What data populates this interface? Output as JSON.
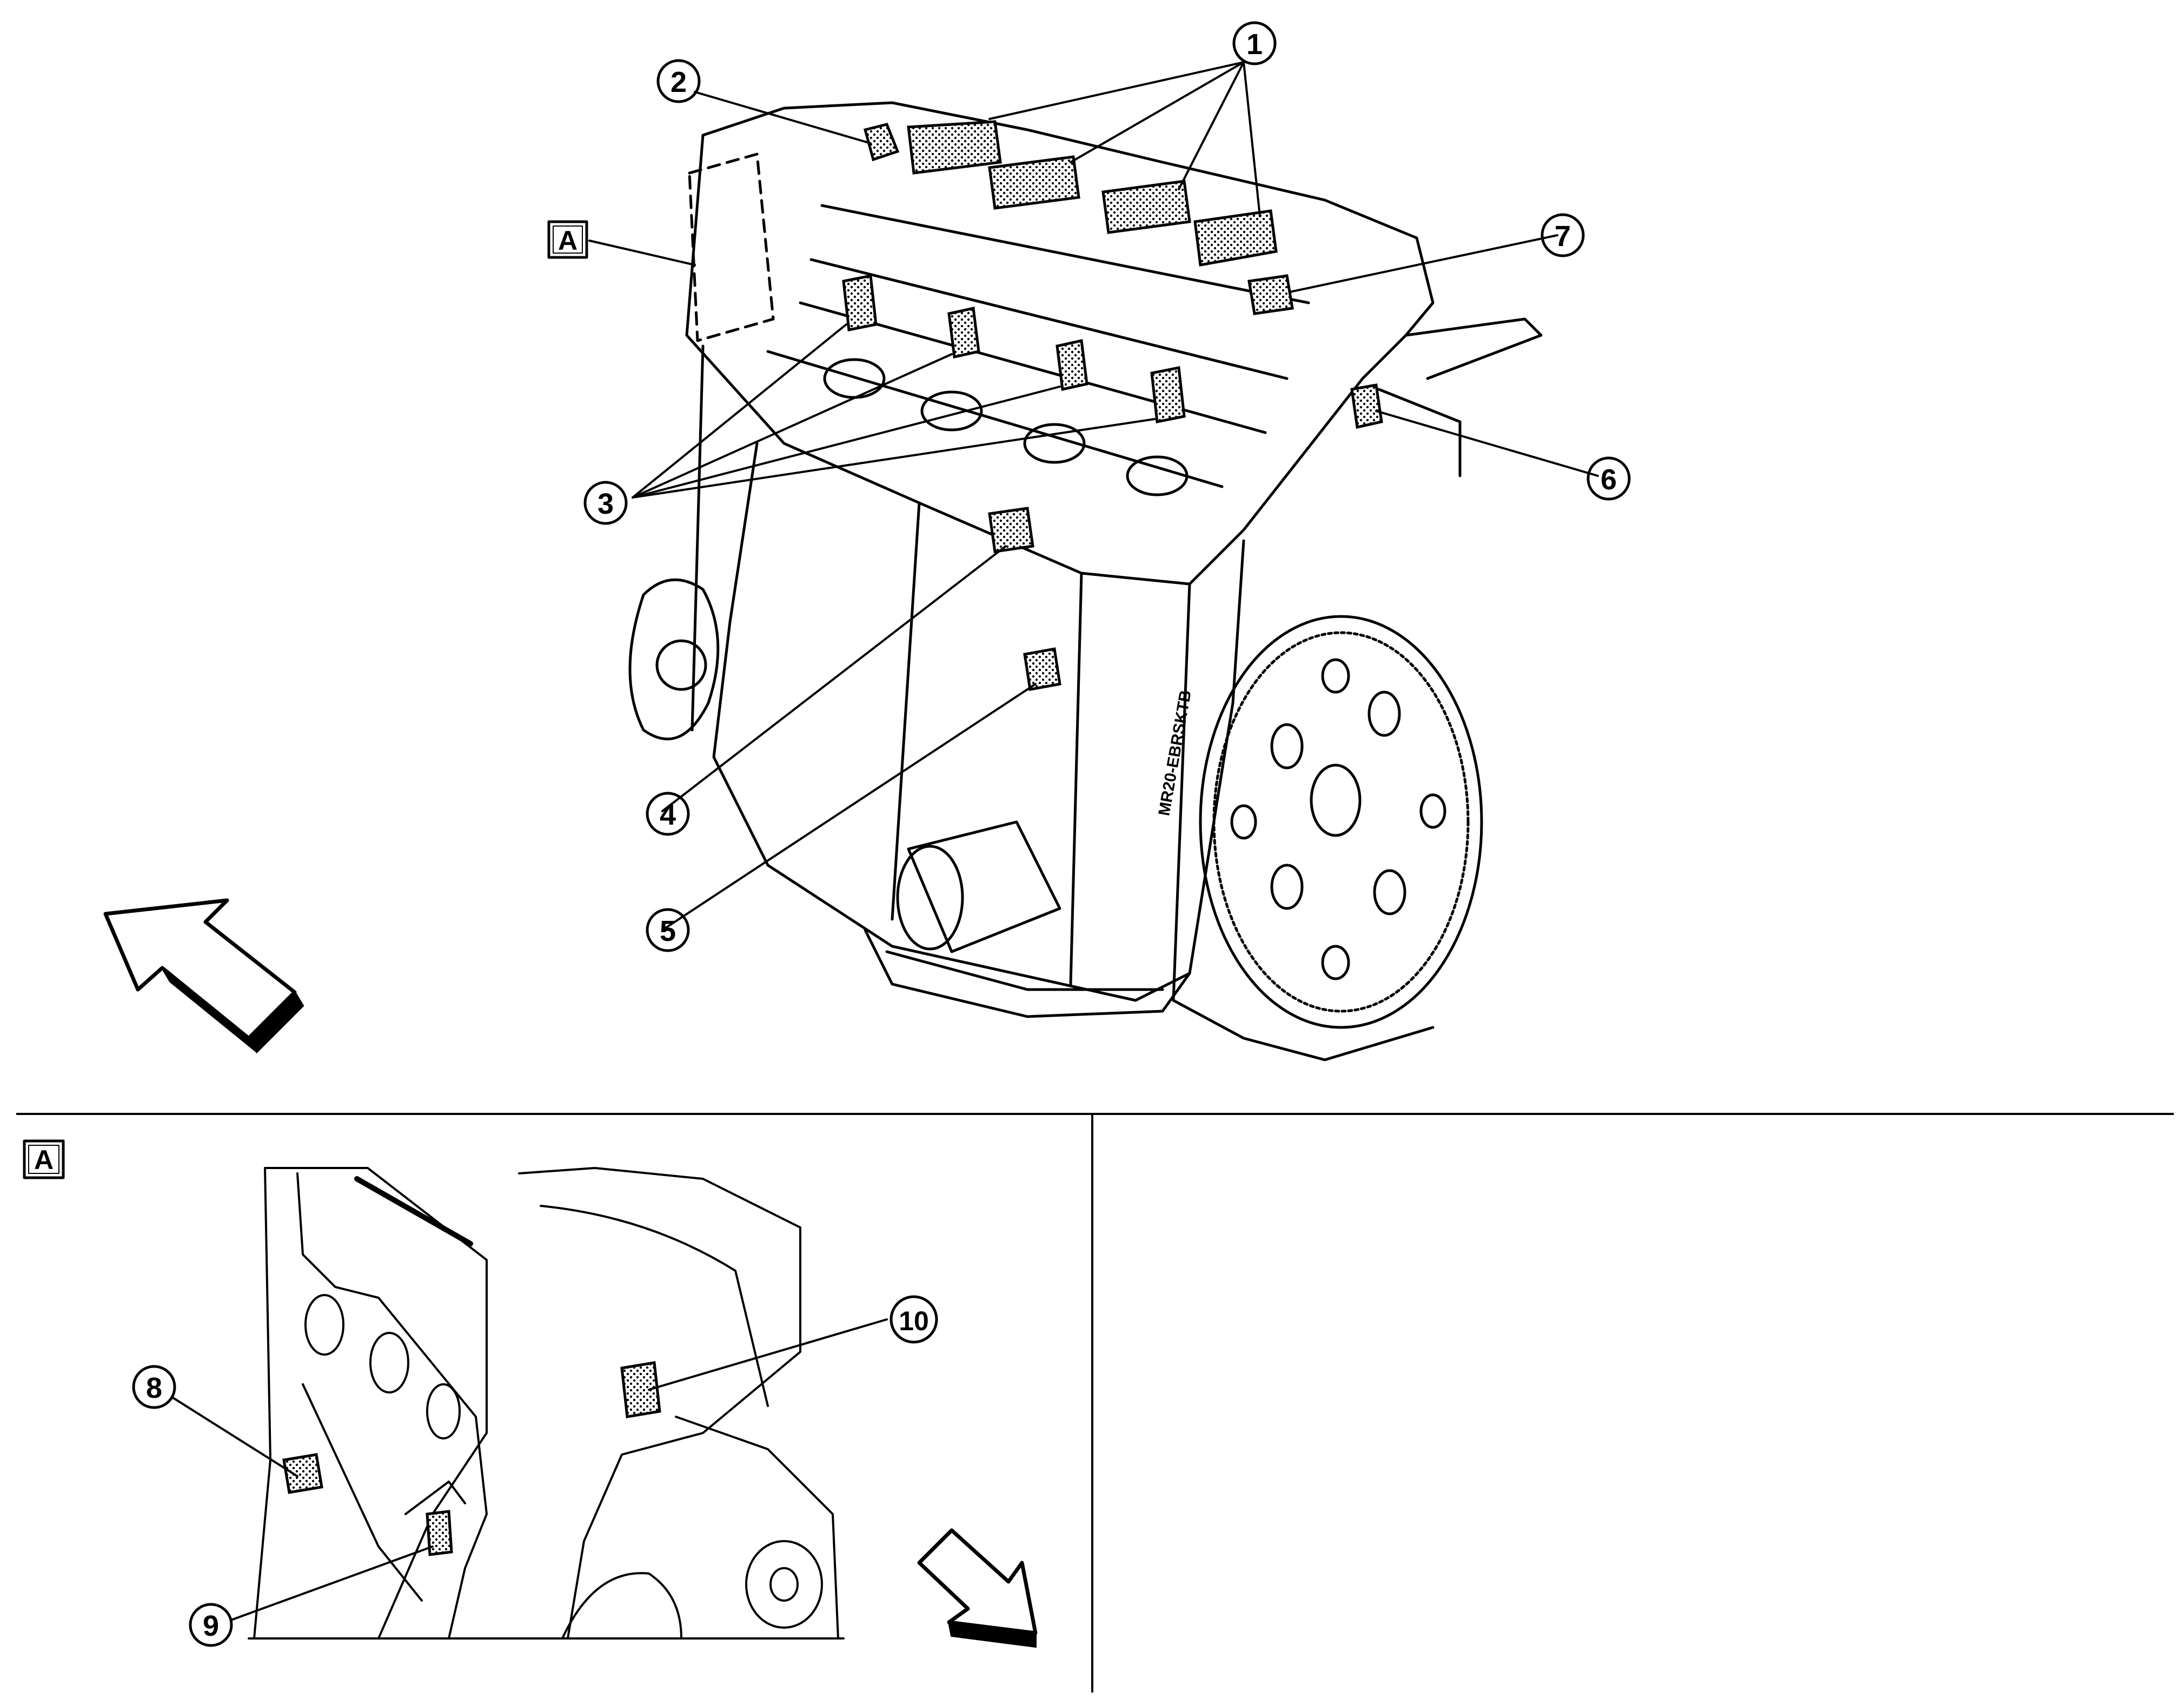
{
  "callouts": {
    "c1": "1",
    "c2": "2",
    "c3": "3",
    "c4": "4",
    "c5": "5",
    "c6": "6",
    "c7": "7",
    "c8": "8",
    "c9": "9",
    "c10": "10"
  },
  "views": {
    "detail_ref_main": "A",
    "detail_ref_panel": "A"
  },
  "engine_marking": "MR20-EBRSKTB",
  "icons": {
    "front_arrow_main": "direction-arrow-icon",
    "front_arrow_detail": "direction-arrow-icon"
  }
}
